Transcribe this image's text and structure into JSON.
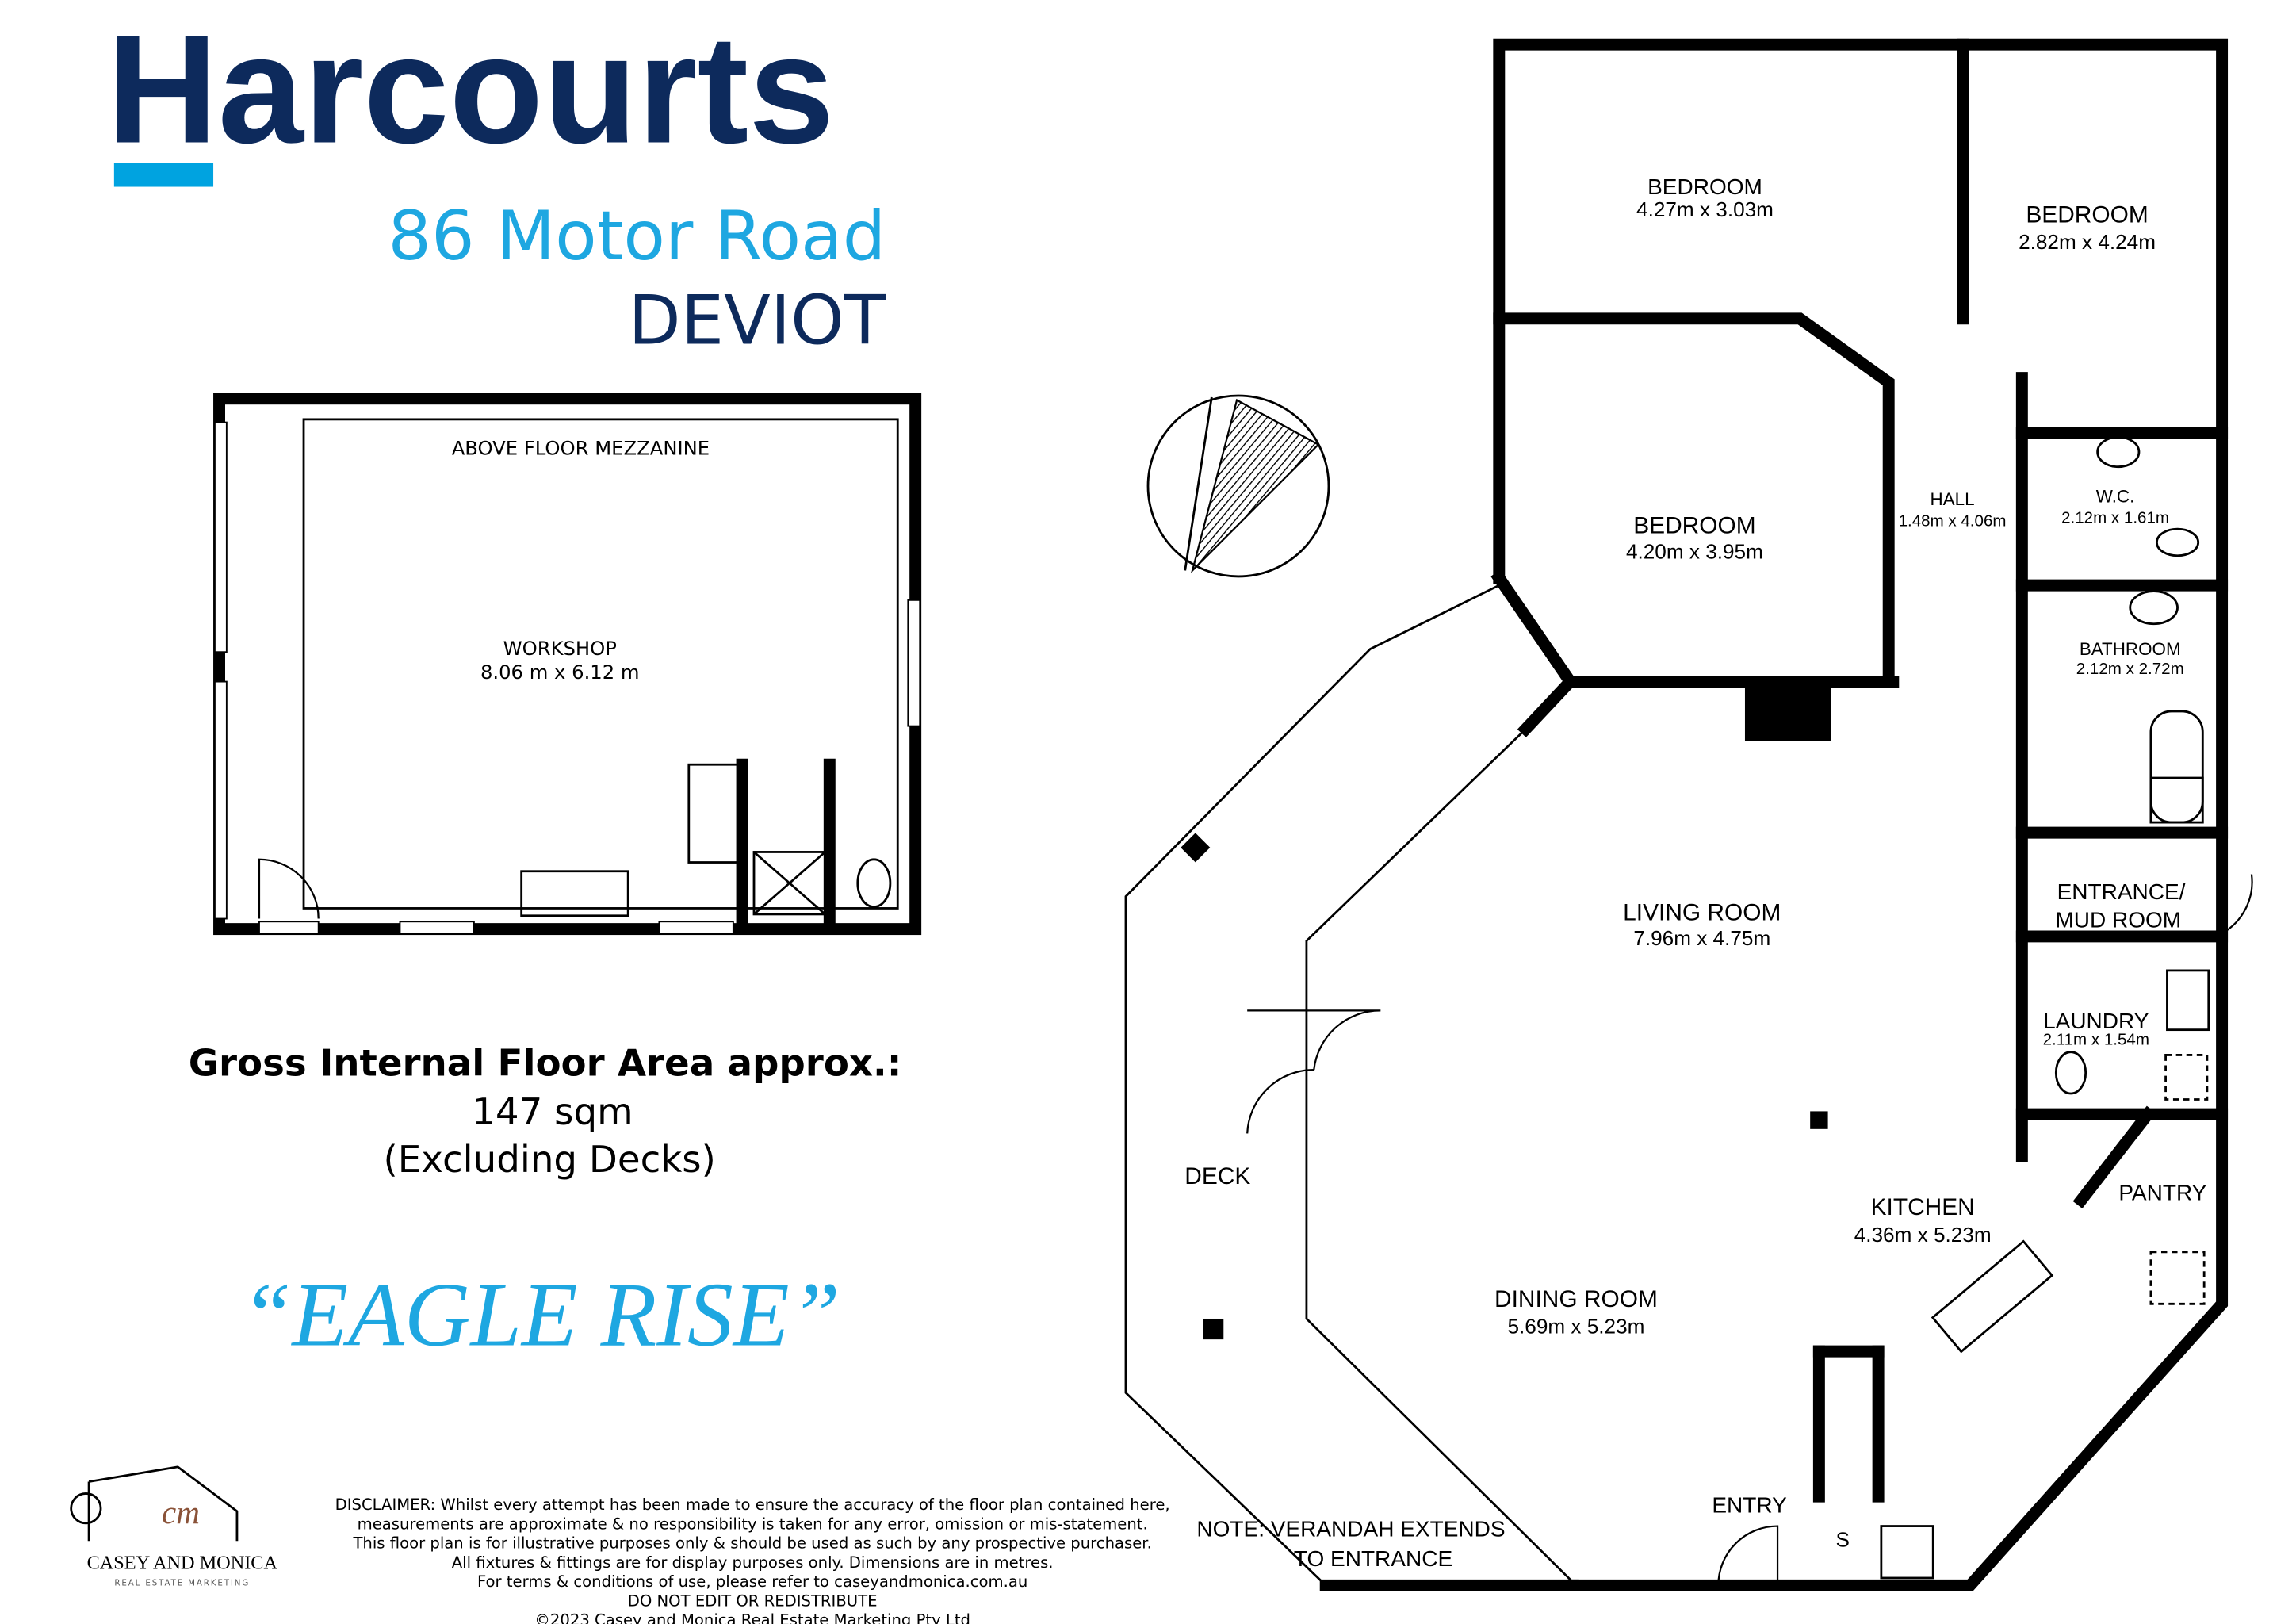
{
  "brand": {
    "name": "Harcourts",
    "bar_color": "#00a3e0",
    "text_color": "#0d2a5c"
  },
  "address": {
    "street": "86 Motor Road",
    "suburb": "DEVIOT"
  },
  "area": {
    "title": "Gross Internal Floor Area approx.:",
    "value": "147 sqm",
    "note": "(Excluding Decks)"
  },
  "property_name": "“EAGLE RISE”",
  "workshop": {
    "mezzanine": "ABOVE FLOOR MEZZANINE",
    "name": "WORKSHOP",
    "dims": "8.06 m x 6.12 m"
  },
  "rooms": [
    {
      "name": "BEDROOM",
      "dims": "4.27m x 3.03m"
    },
    {
      "name": "BEDROOM",
      "dims": "2.82m x 4.24m"
    },
    {
      "name": "BEDROOM",
      "dims": "4.20m x 3.95m"
    },
    {
      "name": "HALL",
      "dims": "1.48m x 4.06m"
    },
    {
      "name": "W.C.",
      "dims": "2.12m x 1.61m"
    },
    {
      "name": "BATHROOM",
      "dims": "2.12m x 2.72m"
    },
    {
      "name": "ENTRANCE/",
      "dims": "MUD ROOM"
    },
    {
      "name": "LAUNDRY",
      "dims": "2.11m x 1.54m"
    },
    {
      "name": "LIVING ROOM",
      "dims": "7.96m x 4.75m"
    },
    {
      "name": "KITCHEN",
      "dims": "4.36m x 5.23m"
    },
    {
      "name": "DINING ROOM",
      "dims": "5.69m x 5.23m"
    },
    {
      "name": "PANTRY",
      "dims": ""
    }
  ],
  "labels": {
    "deck": "DECK",
    "entry": "ENTRY",
    "store": "S",
    "note1": "NOTE: VERANDAH EXTENDS",
    "note2": "TO ENTRANCE"
  },
  "marketer": {
    "name": "CASEY AND MONICA",
    "tagline": "REAL ESTATE MARKETING",
    "monogram": "cm"
  },
  "disclaimer": [
    "DISCLAIMER: Whilst every attempt has been made to ensure the accuracy of the floor plan contained here,",
    "measurements are approximate & no responsibility is taken for any error, omission or mis-statement.",
    "This floor plan is for illustrative purposes only & should be used as such by any prospective purchaser.",
    "All fixtures & fittings are for display purposes only. Dimensions are in metres.",
    "For terms & conditions of use, please refer to caseyandmonica.com.au",
    "DO NOT EDIT OR REDISTRIBUTE",
    "©2023 Casey and Monica Real Estate Marketing Pty Ltd"
  ]
}
